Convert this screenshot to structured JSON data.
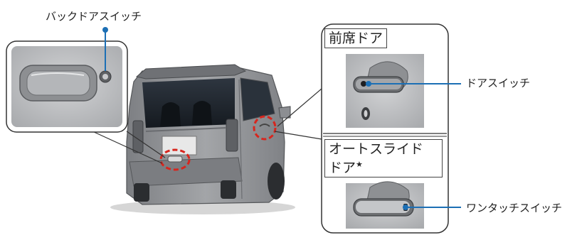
{
  "labels": {
    "back_door_switch": "バックドアスイッチ",
    "door_switch": "ドアスイッチ",
    "one_touch_switch": "ワンタッチスイッチ"
  },
  "panel": {
    "front_door_title": "前席ドア",
    "slide_door_title_line1": "オートスライド",
    "slide_door_title_line2": "ドア",
    "option_mark": "★"
  },
  "colors": {
    "leader_blue": "#1c6fb5",
    "highlight_red": "#d7261e",
    "car_body": "#8d8f93",
    "photo_gray": "#c6c7c9"
  },
  "icons": {
    "car": "car-rear-view-icon",
    "back_handle": "back-door-handle-icon",
    "front_handle": "front-door-handle-icon",
    "slide_handle": "slide-door-handle-icon"
  }
}
